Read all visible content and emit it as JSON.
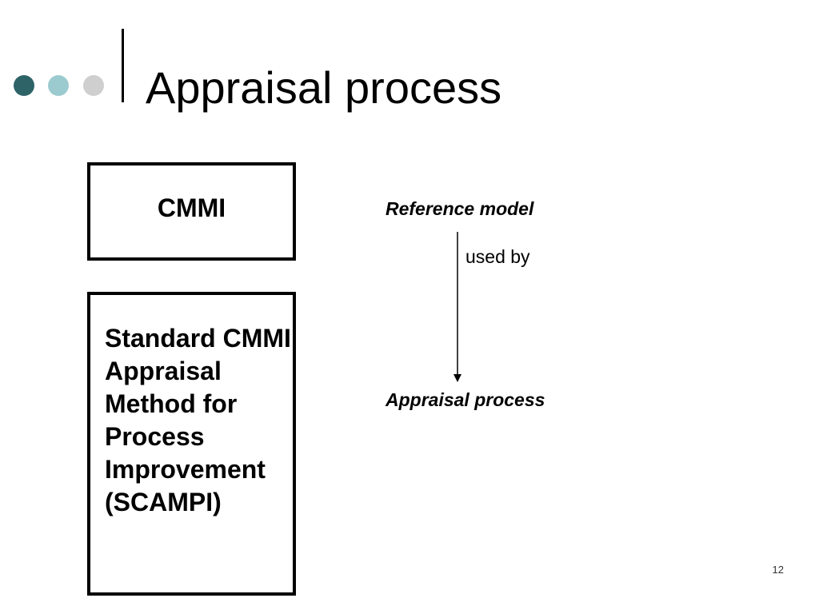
{
  "slide": {
    "title": "Appraisal process",
    "page_number": "12"
  },
  "decor": {
    "dot_colors": [
      "#2e6468",
      "#9ccbcf",
      "#cfcfcf"
    ],
    "bar_color": "#000000"
  },
  "diagram": {
    "reference_model_box_label": "CMMI",
    "method_box_label": "Standard CMMI Appraisal Method for Process Improvement (SCAMPI)",
    "reference_label": "Reference model",
    "relation_label": "used by",
    "process_label": "Appraisal process"
  }
}
